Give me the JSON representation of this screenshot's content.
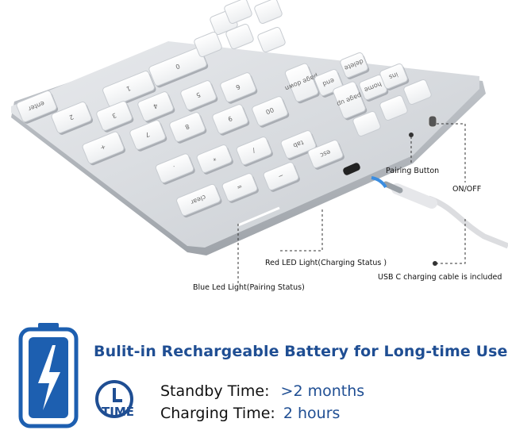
{
  "keys": {
    "enter": "enter",
    "zero": "0",
    "one": "1",
    "two": "2",
    "three": "3",
    "four": "4",
    "five": "5",
    "six": "6",
    "seven": "7",
    "eight": "8",
    "nine": "9",
    "dot": ".",
    "plus": "+",
    "minus": "−",
    "star": "*",
    "slash": "/",
    "equals": "=",
    "double_zero": "00",
    "clear": "clear",
    "tab": "tab",
    "esc": "esc",
    "end": "end",
    "home": "home",
    "delete": "delete",
    "ins": "ins",
    "page_up": "page up",
    "page_down": "page down"
  },
  "callouts": {
    "pairing_button": "Pairing Button",
    "on_off": "ON/OFF",
    "usb_c_cable": "USB C charging cable is included",
    "red_led": "Red LED Light(Charging Status )",
    "blue_led": "Blue Led Light(Pairing Status)"
  },
  "feature": {
    "headline": "Bulit-in Rechargeable Battery for Long-time Use",
    "time_word": "TIME",
    "standby_label": "Standby Time:",
    "standby_value": ">2 months",
    "charging_label": "Charging Time:",
    "charging_value": "2 hours"
  },
  "colors": {
    "brand_blue": "#1f4e93",
    "battery_blue": "#1d5fb0",
    "led_red": "#d83a30",
    "body_silver": "#d5d8dc"
  }
}
